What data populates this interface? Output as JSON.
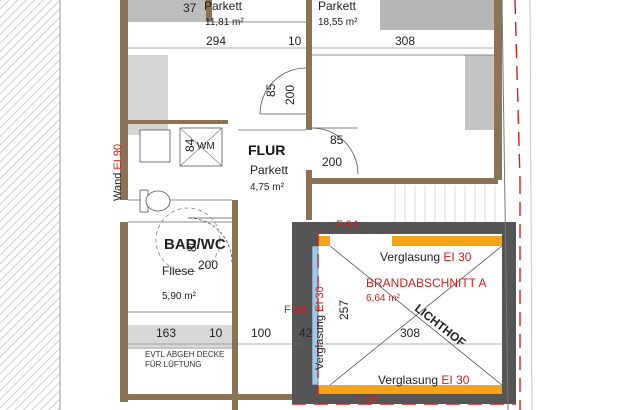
{
  "rooms": {
    "room_left": {
      "floor": "Parkett",
      "area": "11,81 m²"
    },
    "room_right": {
      "floor": "Parkett",
      "area": "18,55 m²"
    },
    "flur": {
      "name": "FLUR",
      "floor": "Parkett",
      "area": "4,75 m²"
    },
    "bad": {
      "name": "BAD/WC",
      "floor": "Fliese",
      "area": "5,90 m²"
    },
    "brand": {
      "name": "BRANDABSCHNITT A",
      "area": "6,64 m²",
      "label": "LICHTHOF"
    }
  },
  "dimensions": {
    "d37": "37",
    "d294": "294",
    "d10_top": "10",
    "d308_top": "308",
    "door_flur_w": "85",
    "door_flur_h": "200",
    "door_right_w": "85",
    "door_right_h": "200",
    "bad_door_w": "80",
    "bad_door_h": "200",
    "d84": "84",
    "d163": "163",
    "d10_bottom": "10",
    "d100": "100",
    "d42": "42",
    "d257": "257",
    "d308_bottom": "308"
  },
  "labels": {
    "wm": "WM",
    "wand_prefix": "Wand ",
    "wand_rating": "EI 90",
    "evtl_line1": "EVTL ABGEH DECKE",
    "evtl_line2": "FÜR LÜFTUNG"
  },
  "fire": {
    "f04": "F 04",
    "f05": "F 05",
    "f06": "F 06",
    "verglasung_prefix": "Verglasung ",
    "rating": "EI 30"
  },
  "colors": {
    "wall": "#8b7355",
    "fire_line": "#d0201c",
    "glazing_orange": "#f5a31a",
    "glazing_blue": "#9ec9e8",
    "hatch": "#c8c8c8"
  }
}
